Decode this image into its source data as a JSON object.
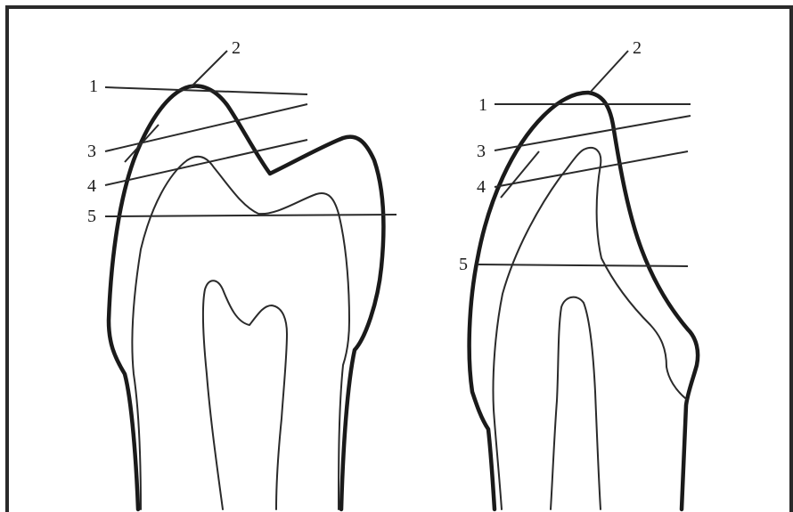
{
  "figure": {
    "left_tooth": {
      "labels": {
        "l1": "1",
        "l2": "2",
        "l3": "3",
        "l4": "4",
        "l5": "5"
      }
    },
    "right_tooth": {
      "labels": {
        "l1": "1",
        "l2": "2",
        "l3": "3",
        "l4": "4",
        "l5": "5"
      }
    }
  }
}
